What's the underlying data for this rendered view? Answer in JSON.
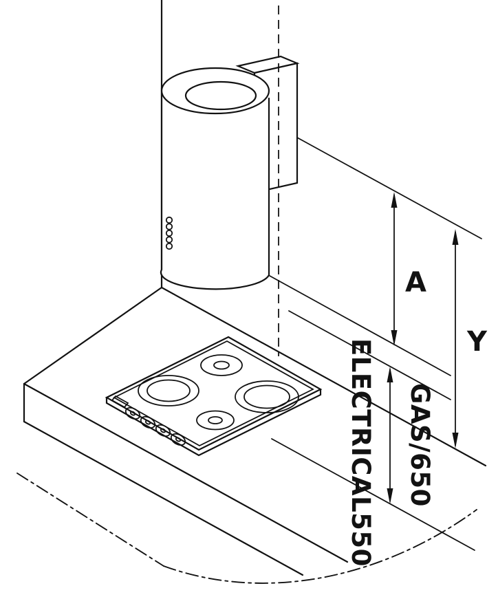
{
  "diagram": {
    "name": "cooker-hood-installation-clearance-diagram",
    "colors": {
      "line": "#121212",
      "background": "#ffffff"
    },
    "dimensions": {
      "a_label": "A",
      "y_label": "Y",
      "electrical_label": "ELECTRICAL550",
      "gas_label": "GAS/650"
    }
  }
}
